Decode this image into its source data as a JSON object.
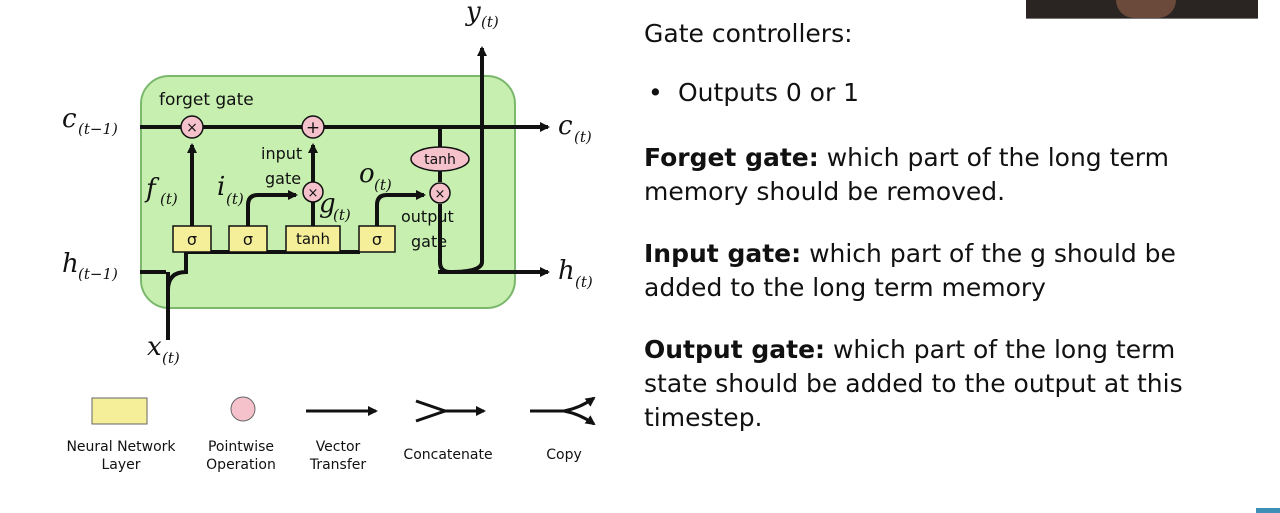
{
  "diagram": {
    "labels": {
      "c_prev": "c",
      "c_prev_sub": "(t−1)",
      "h_prev": "h",
      "h_prev_sub": "(t−1)",
      "c_next": "c",
      "c_next_sub": "(t)",
      "h_next": "h",
      "h_next_sub": "(t)",
      "y_out": "y",
      "y_out_sub": "(t)",
      "x_in": "x",
      "x_in_sub": "(t)",
      "f": "f",
      "f_sub": "(t)",
      "i": "i",
      "i_sub": "(t)",
      "g": "g",
      "g_sub": "(t)",
      "o": "o",
      "o_sub": "(t)",
      "forget_gate": "forget gate",
      "input_gate_line1": "input",
      "input_gate_line2": "gate",
      "output_gate_line1": "output",
      "output_gate_line2": "gate",
      "tanh_op": "tanh"
    },
    "layers": [
      "σ",
      "σ",
      "tanh",
      "σ"
    ],
    "ops": {
      "multiply": "×",
      "add": "+"
    },
    "legend": [
      {
        "label_line1": "Neural Network",
        "label_line2": "Layer",
        "icon": "neural-network-layer-icon"
      },
      {
        "label_line1": "Pointwise",
        "label_line2": "Operation",
        "icon": "pointwise-operation-icon"
      },
      {
        "label_line1": "Vector",
        "label_line2": "Transfer",
        "icon": "vector-transfer-icon"
      },
      {
        "label_line1": "Concatenate",
        "label_line2": "",
        "icon": "concatenate-icon"
      },
      {
        "label_line1": "Copy",
        "label_line2": "",
        "icon": "copy-icon"
      }
    ],
    "colors": {
      "cell_fill": "#c6efb0",
      "cell_border": "#7bb86c",
      "layer_fill": "#f5ef9a",
      "op_fill": "#f5c2cb"
    }
  },
  "text": {
    "title": "Gate controllers:",
    "bullet": "Outputs 0 or 1",
    "forget_bold": "Forget gate:",
    "forget_text": " which part of the long term memory should be removed.",
    "input_bold": "Input gate:",
    "input_text": " which part of the g should be added to the long term memory",
    "output_bold": "Output gate:",
    "output_text": " which part of the long term state should be added to the output at this timestep."
  }
}
